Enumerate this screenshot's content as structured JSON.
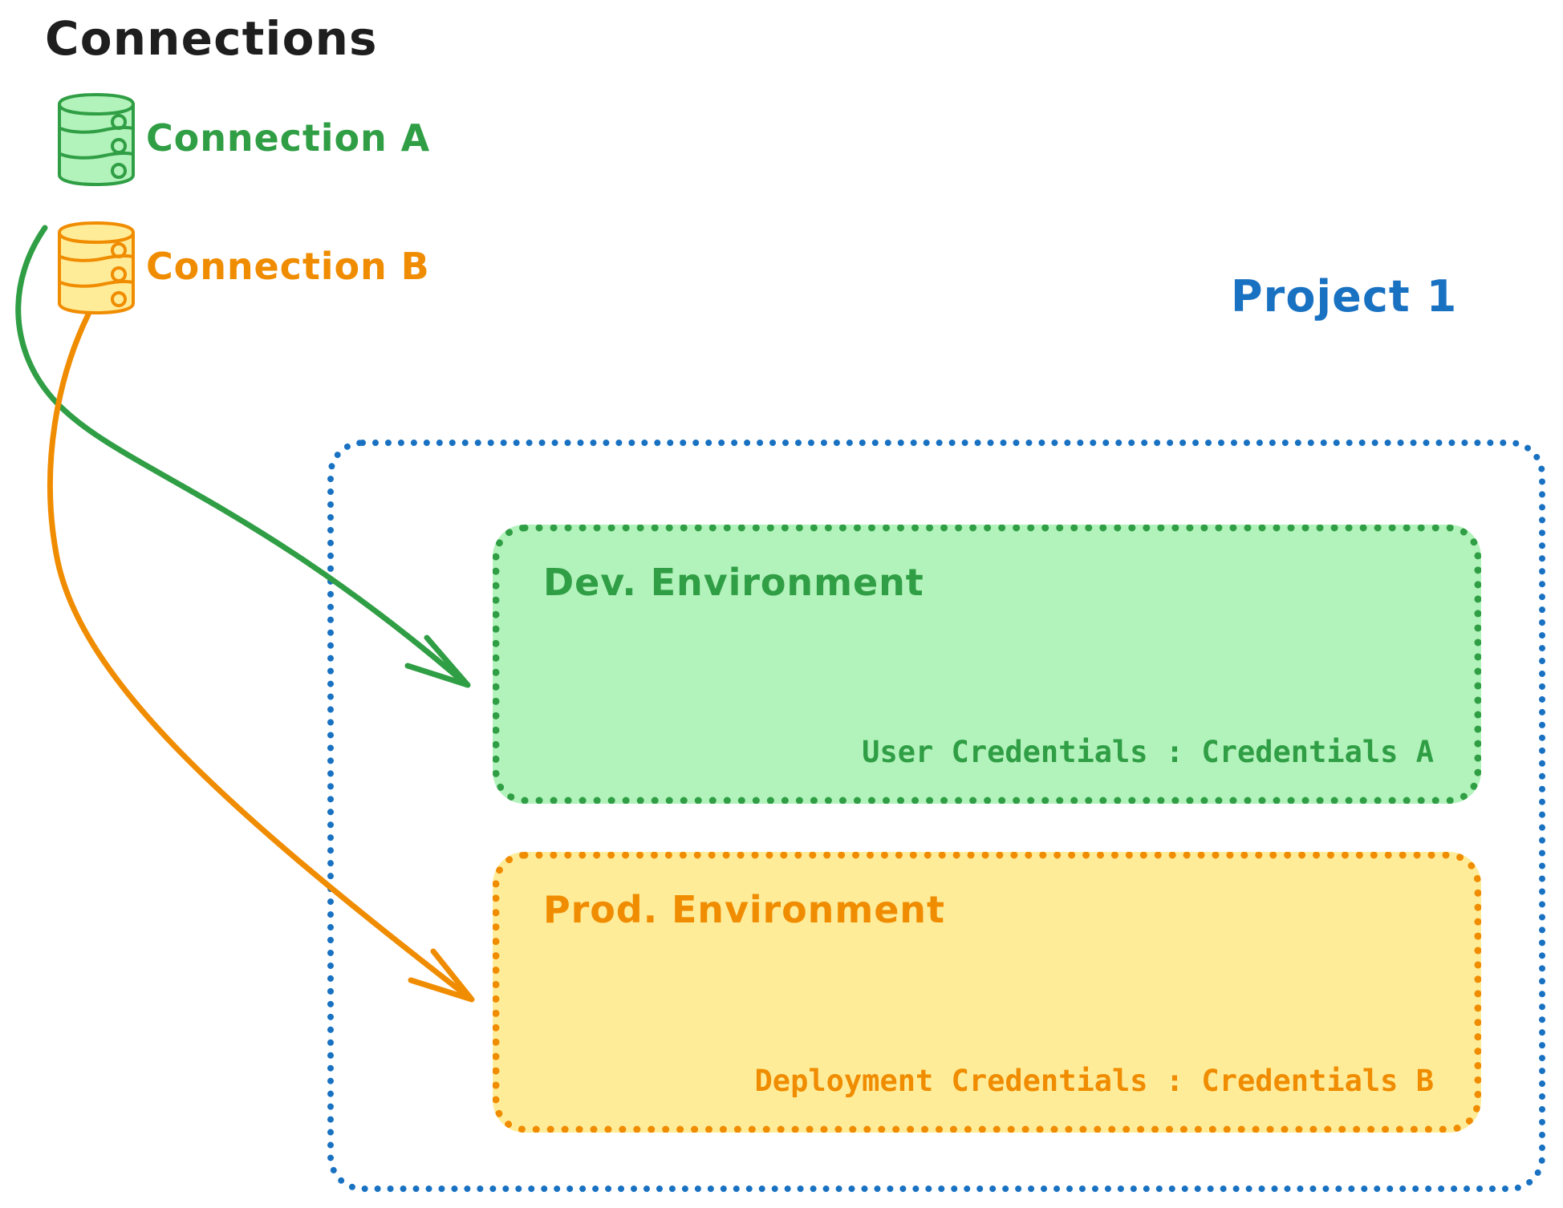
{
  "diagram": {
    "title": "Connections",
    "background": "#ffffff",
    "colors": {
      "green_stroke": "#2f9e44",
      "green_fill": "#b2f2bb",
      "orange_stroke": "#f08c00",
      "orange_fill": "#ffec99",
      "blue_stroke": "#1971c2",
      "text_dark": "#1e1e1e"
    }
  },
  "connections": {
    "heading": "Connections",
    "items": [
      {
        "icon": "database-icon",
        "label": "Connection A",
        "color": "#2f9e44",
        "target": "Dev. Environment"
      },
      {
        "icon": "database-icon",
        "label": "Connection B",
        "color": "#f08c00",
        "target": "Prod. Environment"
      }
    ]
  },
  "project": {
    "title": "Project 1",
    "color": "#1971c2",
    "environments": [
      {
        "name": "dev",
        "title": "Dev. Environment",
        "credentials_label": "User Credentials",
        "credentials_separator": ":",
        "credentials_value": "Credentials A",
        "credentials_text": "User Credentials : Credentials A",
        "fill": "#b2f2bb",
        "stroke": "#2f9e44"
      },
      {
        "name": "prod",
        "title": "Prod. Environment",
        "credentials_label": "Deployment Credentials",
        "credentials_separator": ":",
        "credentials_value": "Credentials B",
        "credentials_text": "Deployment Credentials : Credentials B",
        "fill": "#ffec99",
        "stroke": "#f08c00"
      }
    ]
  },
  "arrows": [
    {
      "name": "connection-a-to-dev",
      "from": "Connection A",
      "to": "Dev. Environment",
      "color": "#2f9e44"
    },
    {
      "name": "connection-b-to-prod",
      "from": "Connection B",
      "to": "Prod. Environment",
      "color": "#f08c00"
    }
  ]
}
